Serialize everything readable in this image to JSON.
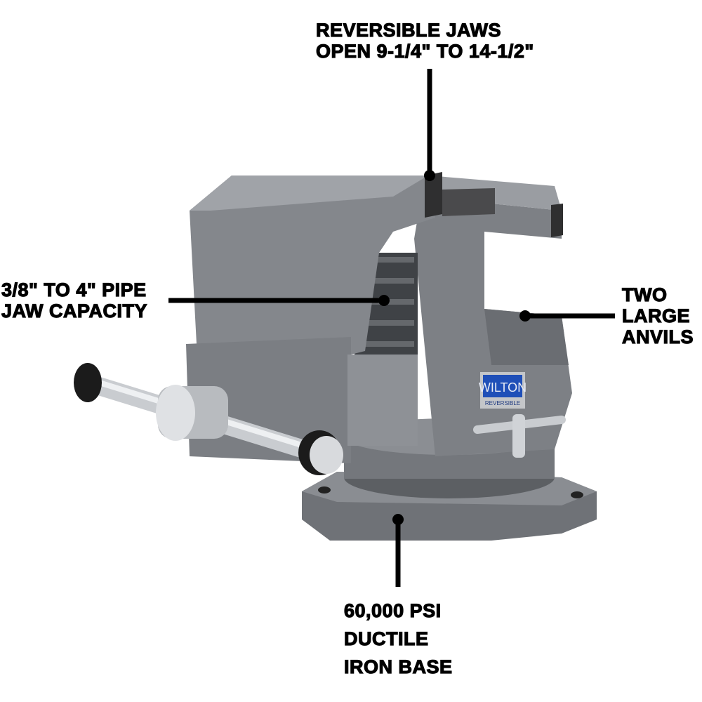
{
  "callouts": {
    "jaws": {
      "line1": "REVERSIBLE JAWS",
      "line2": "OPEN 9-1/4\" TO 14-1/2\""
    },
    "pipe": {
      "line1": "3/8\" TO 4\" PIPE",
      "line2": "JAW CAPACITY"
    },
    "anvils": {
      "line1": "TWO",
      "line2": "LARGE",
      "line3": "ANVILS"
    },
    "base": {
      "line1": "60,000 PSI",
      "line2": "DUCTILE",
      "line3": "IRON BASE"
    }
  },
  "product": {
    "brand": "WILTON",
    "model_tag": "REVERSIBLE"
  },
  "colors": {
    "body": "#7a7d82",
    "body_dark": "#55585c",
    "badge": "#1f4fb8",
    "text": "#000000"
  }
}
